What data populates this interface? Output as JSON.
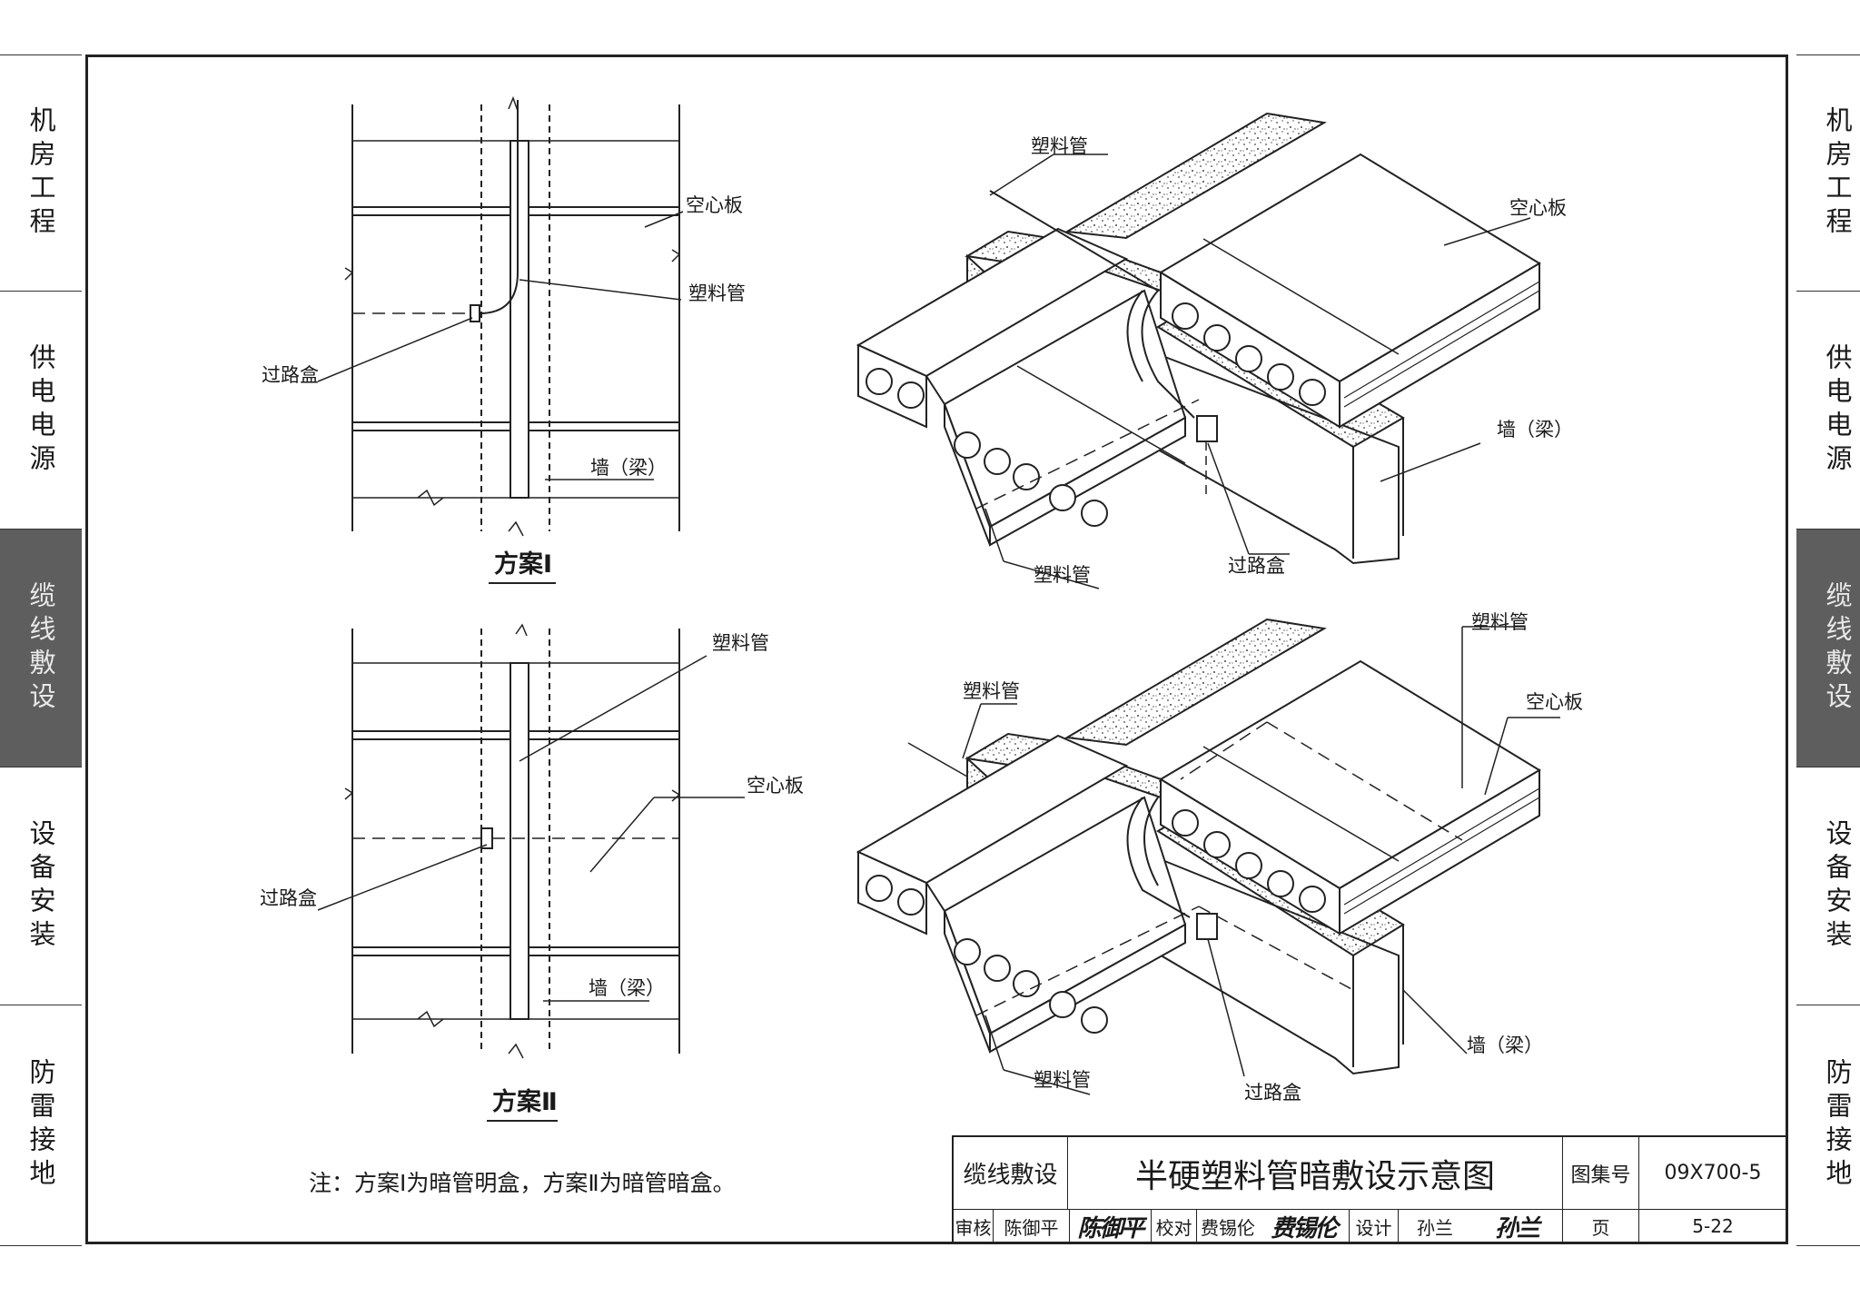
{
  "side_tabs": [
    "机房工程",
    "供电电源",
    "缆线敷设",
    "设备安装",
    "防雷接地"
  ],
  "active_tab": "缆线敷设",
  "labels": {
    "hollow_board": "空心板",
    "plastic_pipe": "塑料管",
    "junction_box": "过路盒",
    "wall_beam": "墙（梁）"
  },
  "scheme1": "方案Ⅰ",
  "scheme2": "方案Ⅱ",
  "note": "注：方案Ⅰ为暗管明盒，方案Ⅱ为暗管暗盒。",
  "title_block": {
    "category": "缆线敷设",
    "title": "半硬塑料管暗敷设示意图",
    "atlas_label": "图集号",
    "atlas_no": "09X700-5",
    "reviewer_label": "审核",
    "reviewer": "陈御平",
    "reviewer_sig": "陈御平",
    "checker_label": "校对",
    "checker": "费锡伦",
    "checker_sig": "费锡伦",
    "designer_label": "设计",
    "designer": "孙兰",
    "designer_sig": "孙兰",
    "page_label": "页",
    "page_no": "5-22"
  }
}
